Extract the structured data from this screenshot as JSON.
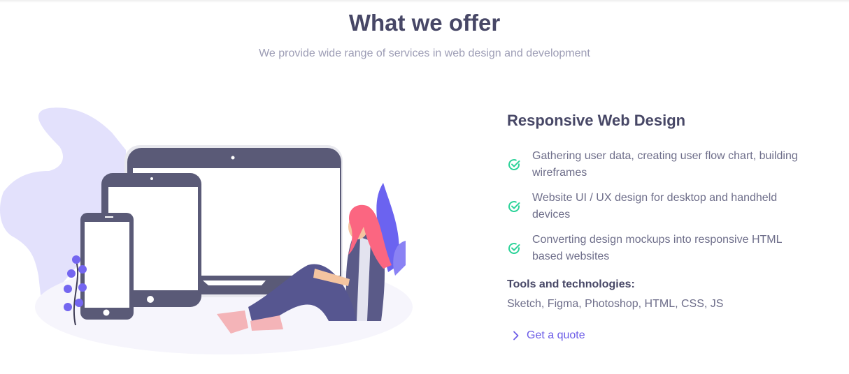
{
  "header": {
    "title": "What we offer",
    "subtitle": "We provide wide range of services in web design and development"
  },
  "service": {
    "title": "Responsive Web Design",
    "features": [
      {
        "icon": "check-circle-icon",
        "text": "Gathering user data, creating user flow chart, building wireframes"
      },
      {
        "icon": "check-circle-icon",
        "text": "Website UI / UX design for desktop and handheld devices"
      },
      {
        "icon": "check-circle-icon",
        "text": "Converting design mockups into responsive HTML based websites"
      }
    ],
    "tools_heading": "Tools and technologies:",
    "tools": "Sketch, Figma, Photoshop, HTML, CSS, JS",
    "cta": {
      "icon": "chevron-right-icon",
      "label": "Get a quote"
    }
  },
  "colors": {
    "heading": "#474766",
    "text": "#6e6e8a",
    "accent": "#6c5ce7",
    "check": "#2ed39a",
    "device": "#5a5a77",
    "hair": "#fb6681",
    "plant": "#7466f0"
  }
}
